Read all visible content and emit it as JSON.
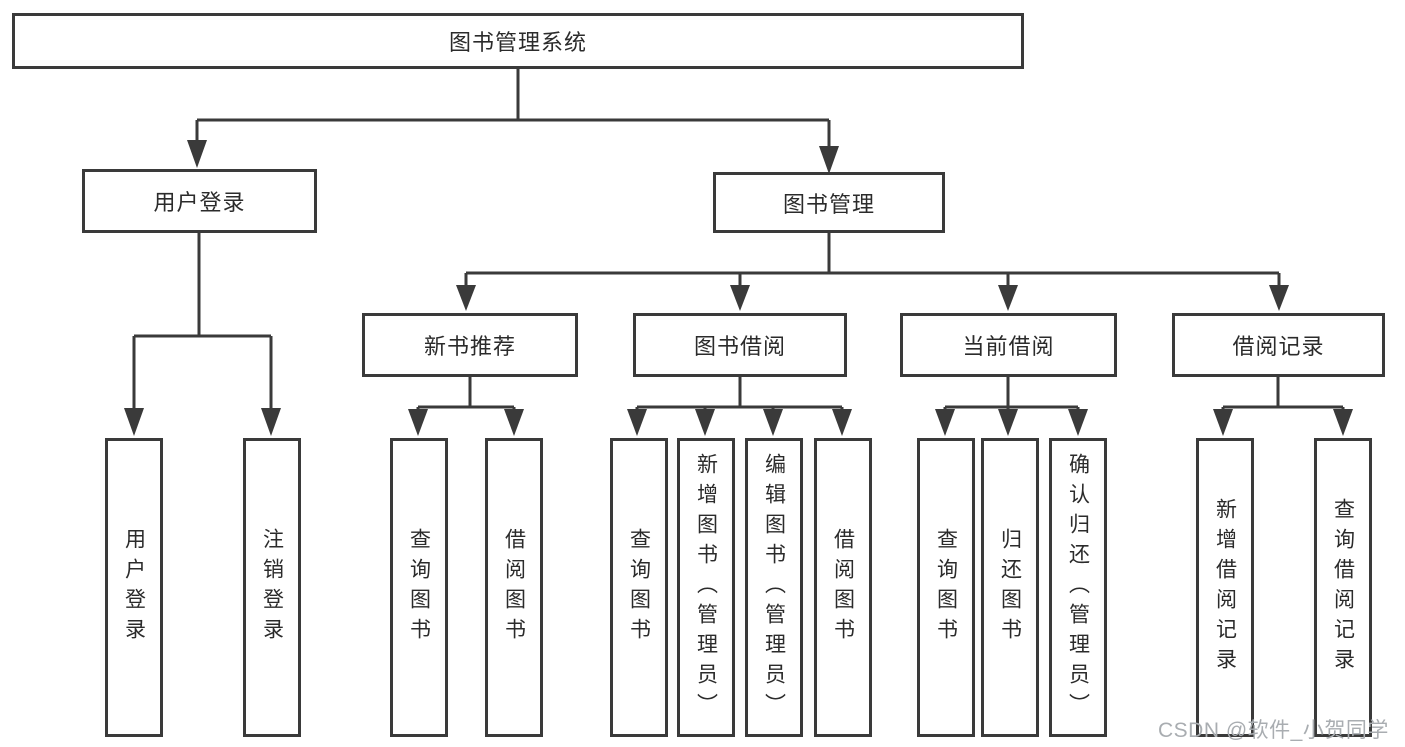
{
  "title": "图书管理系统",
  "watermark": "CSDN @软件_小贺同学",
  "colors": {
    "line": "#3a3a3a",
    "box_border": "#3a3a3a",
    "text": "#2b2b2b",
    "watermark": "#a9adb1",
    "background": "#ffffff"
  },
  "tree": {
    "root": {
      "label": "图书管理系统"
    },
    "branches": [
      {
        "label": "用户登录",
        "children": [
          {
            "label": "用户登录"
          },
          {
            "label": "注销登录"
          }
        ]
      },
      {
        "label": "图书管理",
        "children": [
          {
            "label": "新书推荐",
            "children": [
              {
                "label": "查询图书"
              },
              {
                "label": "借阅图书"
              }
            ]
          },
          {
            "label": "图书借阅",
            "children": [
              {
                "label": "查询图书"
              },
              {
                "label": "新增图书（管理员）"
              },
              {
                "label": "编辑图书（管理员）"
              },
              {
                "label": "借阅图书"
              }
            ]
          },
          {
            "label": "当前借阅",
            "children": [
              {
                "label": "查询图书"
              },
              {
                "label": "归还图书"
              },
              {
                "label": "确认归还（管理员）"
              }
            ]
          },
          {
            "label": "借阅记录",
            "children": [
              {
                "label": "新增借阅记录"
              },
              {
                "label": "查询借阅记录"
              }
            ]
          }
        ]
      }
    ]
  }
}
